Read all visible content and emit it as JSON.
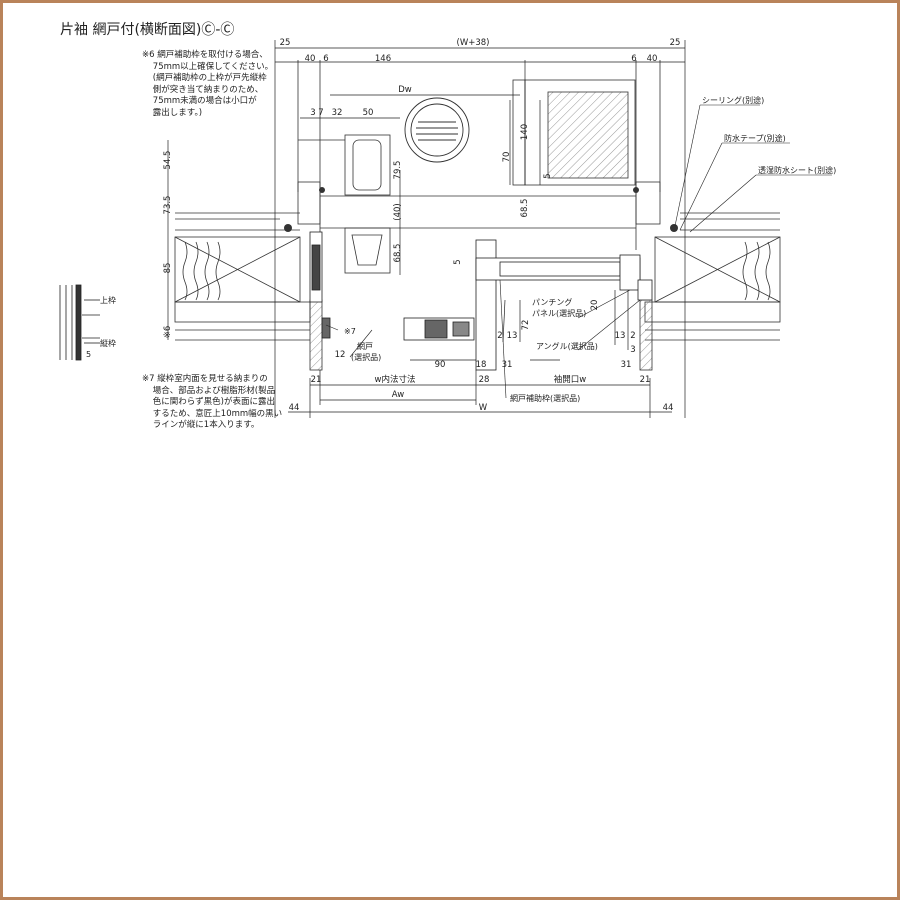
{
  "title": "片袖 網戸付(横断面図)Ⓒ-Ⓒ",
  "notes": {
    "note6": "※6 網戸補助枠を取付ける場合、\n    75mm以上確保してください。\n    (網戸補助枠の上枠が戸先縦枠\n    側が突き当て納まりのため、\n    75mm未満の場合は小口が\n    露出します。)",
    "note7": "※7 縦枠室内面を見せる納まりの\n    場合、部品および樹脂形材(製品\n    色に関わらず黒色)が表面に露出\n    するため、意匠上10mm幅の黒い\n    ラインが縦に1本入ります。"
  },
  "callouts": {
    "sealing": "シーリング(別途)",
    "waterproof_tape": "防水テープ(別途)",
    "moisture_sheet": "透湿防水シート(別途)",
    "punching_panel_1": "パンチング",
    "punching_panel_2": "パネル(選択品)",
    "angle": "アングル(選択品)",
    "screen_frame": "網戸補助枠(選択品)",
    "screen_1": "網戸",
    "screen_2": "(選択品)",
    "note7_mark": "※7"
  },
  "inset": {
    "upper": "上枠",
    "vertical": "縦枠",
    "dim": "5"
  },
  "dims": {
    "top_total": "(W+38)",
    "d25l": "25",
    "d25r": "25",
    "d40l": "40",
    "d6l": "6",
    "d146": "146",
    "d6r": "6",
    "d40r": "40",
    "dw": "Dw",
    "d3": "3",
    "d7": "7",
    "d32": "32",
    "d50": "50",
    "d140": "140",
    "d70": "70",
    "d5a": "5",
    "d685a": "68.5",
    "d795": "79.5",
    "d40p": "(40)",
    "d685b": "68.5",
    "d5b": "5",
    "d545": "54.5",
    "d735": "73.5",
    "d85": "85",
    "dn6": "※6",
    "d20": "20",
    "d72": "72",
    "d2a": "2",
    "d13a": "13",
    "d13b": "13",
    "d2b": "2",
    "d3b": "3",
    "d31a": "31",
    "d31b": "31",
    "d12": "12",
    "d90": "90",
    "d18": "18",
    "d21l": "21",
    "d21r": "21",
    "d28": "28",
    "w_inner": "w内法寸法",
    "sleeve": "袖開口w",
    "aw": "Aw",
    "w": "W",
    "d44l": "44",
    "d44r": "44"
  }
}
